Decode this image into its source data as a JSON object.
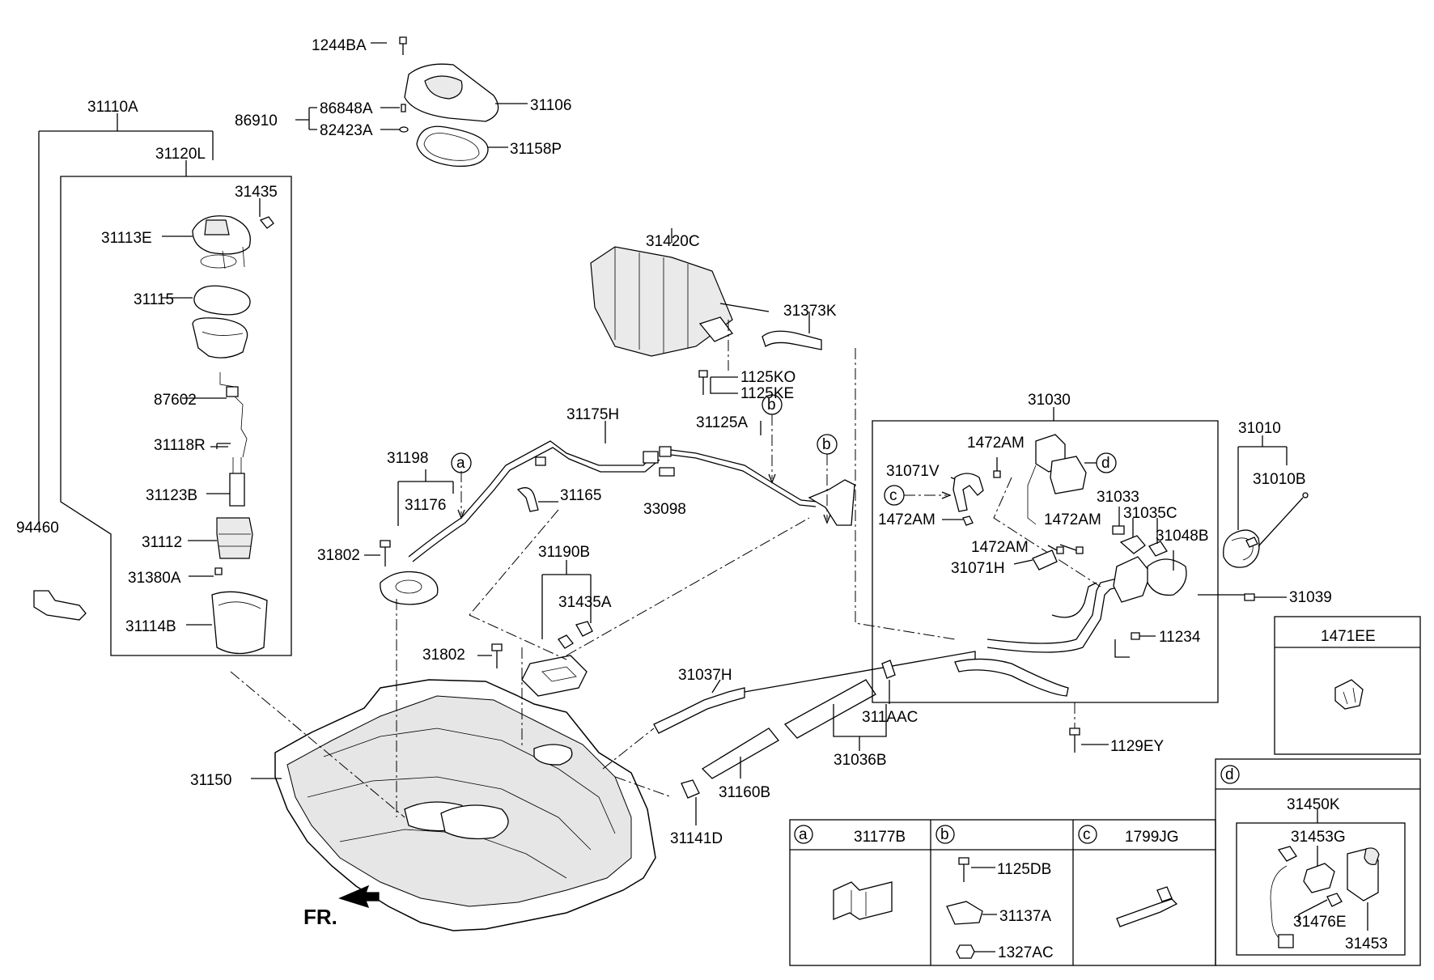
{
  "parts": {
    "p1244BA": "1244BA",
    "p31106": "31106",
    "p86910": "86910",
    "p86848A": "86848A",
    "p82423A": "82423A",
    "p31158P": "31158P",
    "p31110A": "31110A",
    "p31120L": "31120L",
    "p31435": "31435",
    "p31113E": "31113E",
    "p31115": "31115",
    "p87602": "87602",
    "p31118R": "31118R",
    "p31123B": "31123B",
    "p31112": "31112",
    "p31380A": "31380A",
    "p31114B": "31114B",
    "p94460": "94460",
    "p31420C": "31420C",
    "p31373K": "31373K",
    "p1125KO": "1125KO",
    "p1125KE": "1125KE",
    "p31175H": "31175H",
    "p31125A": "31125A",
    "p31198": "31198",
    "p31176": "31176",
    "p31165": "31165",
    "p33098": "33098",
    "p31802a": "31802",
    "p31802b": "31802",
    "p31190B": "31190B",
    "p31435A": "31435A",
    "p31030": "31030",
    "p1472AM1": "1472AM",
    "p1472AM2": "1472AM",
    "p1472AM3": "1472AM",
    "p1472AM4": "1472AM",
    "p31071V": "31071V",
    "p31071H": "31071H",
    "p31033": "31033",
    "p31035C": "31035C",
    "p31048B": "31048B",
    "p31010": "31010",
    "p31010B": "31010B",
    "p31039": "31039",
    "p11234": "11234",
    "p1129EY": "1129EY",
    "p31037H": "31037H",
    "p311AAC": "311AAC",
    "p31036B": "31036B",
    "p31160B": "31160B",
    "p31141D": "31141D",
    "p31150": "31150",
    "p1471EE": "1471EE",
    "p31450K": "31450K",
    "p31453G": "31453G",
    "p31476E": "31476E",
    "p31453": "31453",
    "p31177B": "31177B",
    "p1125DB": "1125DB",
    "p31137A": "31137A",
    "p1327AC": "1327AC",
    "p1799JG": "1799JG"
  },
  "callouts": {
    "a": "a",
    "b": "b",
    "c": "c",
    "d": "d"
  },
  "orientation_label": "FR."
}
